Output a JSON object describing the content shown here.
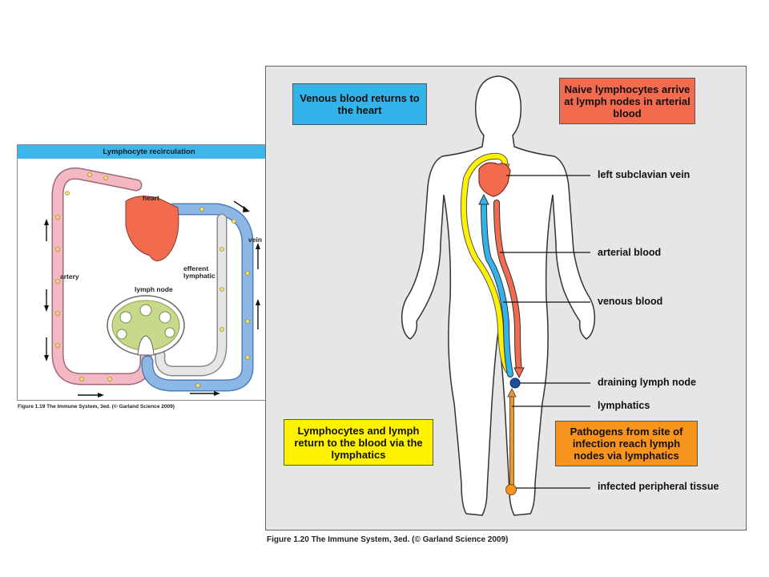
{
  "left_figure": {
    "title": "Lymphocyte recirculation",
    "labels": {
      "heart": "heart",
      "vein": "vein",
      "efferent": "efferent",
      "lymphatic": "lymphatic",
      "artery": "artery",
      "lymph_node": "lymph node"
    },
    "caption": "Figure 1.19 The Immune System, 3ed. (© Garland Science 2009)"
  },
  "right_figure": {
    "boxes": {
      "venous_return": "Venous blood returns to the heart",
      "naive_lymphocytes": "Naive lymphocytes arrive at lymph nodes in arterial blood",
      "lymph_return": "Lymphocytes and lymph return to the blood via the lymphatics",
      "pathogens": "Pathogens from site of infection reach lymph nodes via lymphatics"
    },
    "labels": {
      "left_subclavian_vein": "left subclavian vein",
      "arterial_blood": "arterial blood",
      "venous_blood": "venous blood",
      "draining_lymph_node": "draining lymph node",
      "lymphatics": "lymphatics",
      "infected_peripheral_tissue": "infected peripheral tissue"
    },
    "caption": "Figure 1.20 The Immune System, 3ed. (© Garland Science 2009)"
  },
  "colors": {
    "blue_box": "#33b3ea",
    "orange_box": "#f26b4f",
    "yellow_box": "#fff200",
    "amber_box": "#f7941d",
    "artery": "#f4b8c4",
    "vein": "#8db8e6",
    "lymph": "#d8d8d8",
    "heart": "#f26b4f"
  }
}
